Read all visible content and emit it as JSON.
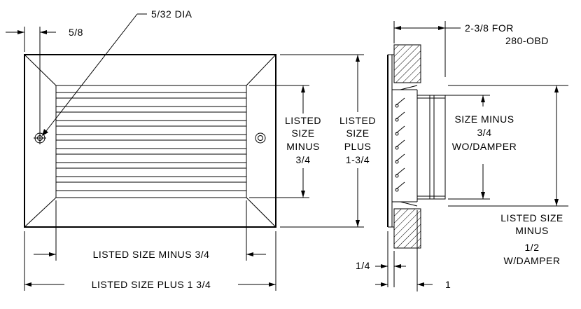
{
  "front_view": {
    "hole_label": "5/32 DIA",
    "offset_label": "5/8",
    "inner_height_label": [
      "LISTED",
      "SIZE",
      "MINUS",
      "3/4"
    ],
    "outer_height_label": [
      "LISTED",
      "SIZE",
      "PLUS",
      "1-3/4"
    ],
    "inner_width_label": "LISTED SIZE MINUS 3/4",
    "outer_width_label": "LISTED SIZE PLUS 1 3/4"
  },
  "side_view": {
    "depth_label": [
      "2-3/8 FOR",
      "280-OBD"
    ],
    "inner_label": [
      "SIZE MINUS",
      "3/4",
      "WO/DAMPER"
    ],
    "outer_label": [
      "LISTED SIZE",
      "MINUS",
      "1/2",
      "W/DAMPER"
    ],
    "flange_label": "1/4",
    "depth_small_label": "1"
  }
}
